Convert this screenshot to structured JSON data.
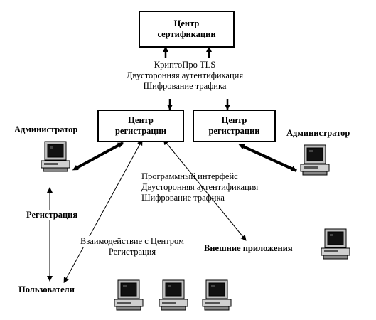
{
  "nodes": {
    "certification_center": {
      "line1": "Центр",
      "line2": "сертификации"
    },
    "registration_center_left": {
      "line1": "Центр",
      "line2": "регистрации"
    },
    "registration_center_right": {
      "line1": "Центр",
      "line2": "регистрации"
    }
  },
  "labels": {
    "ca_link": [
      "КриптоПро TLS",
      "Двусторонняя аутентификация",
      "Шифрование трафика"
    ],
    "api_link": [
      "Программный интерфейс",
      "Двусторонняя аутентификация",
      "Шифрование трафика"
    ],
    "admin_left": "Администратор",
    "admin_right": "Администратор",
    "registration": "Регистрация",
    "interaction": [
      "Взаимодействие с Центром",
      "Регистрация"
    ],
    "external_apps": "Внешние приложения",
    "users": "Пользователи"
  },
  "icons": [
    "computer-icon"
  ]
}
